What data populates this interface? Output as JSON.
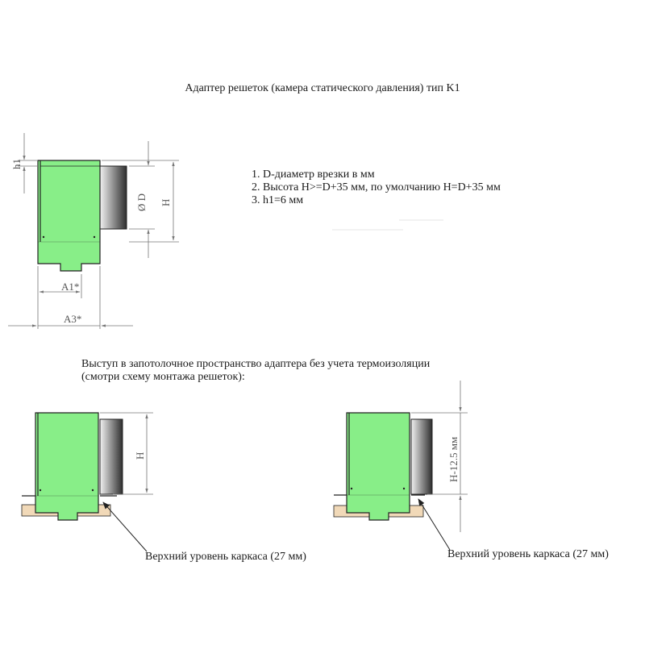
{
  "title": "Адаптер решеток (камера статического давления) тип K1",
  "notes": [
    "1. D-диаметр врезки в мм",
    "2. Высота H>=D+35 мм, по умолчанию H=D+35 мм",
    "3. h1=6 мм"
  ],
  "dimensions": {
    "h1": "h1",
    "diameter": "Ø D",
    "height": "H",
    "a1": "A1*",
    "a3": "A3*",
    "height_reduced": "H-12.5 мм"
  },
  "protrusion": {
    "line1": "Выступ в запотолочное пространство адаптера без учета термоизоляции",
    "line2": "(смотри схему монтажа решеток):"
  },
  "frame_label": "Верхний уровень каркаса (27 мм)",
  "colors": {
    "body": "#88ee88",
    "collar_light": "#e6e6e6",
    "collar_dark": "#3a3a3a",
    "frame": "#f1d9b8",
    "line": "#222222",
    "dimension": "#777777"
  }
}
